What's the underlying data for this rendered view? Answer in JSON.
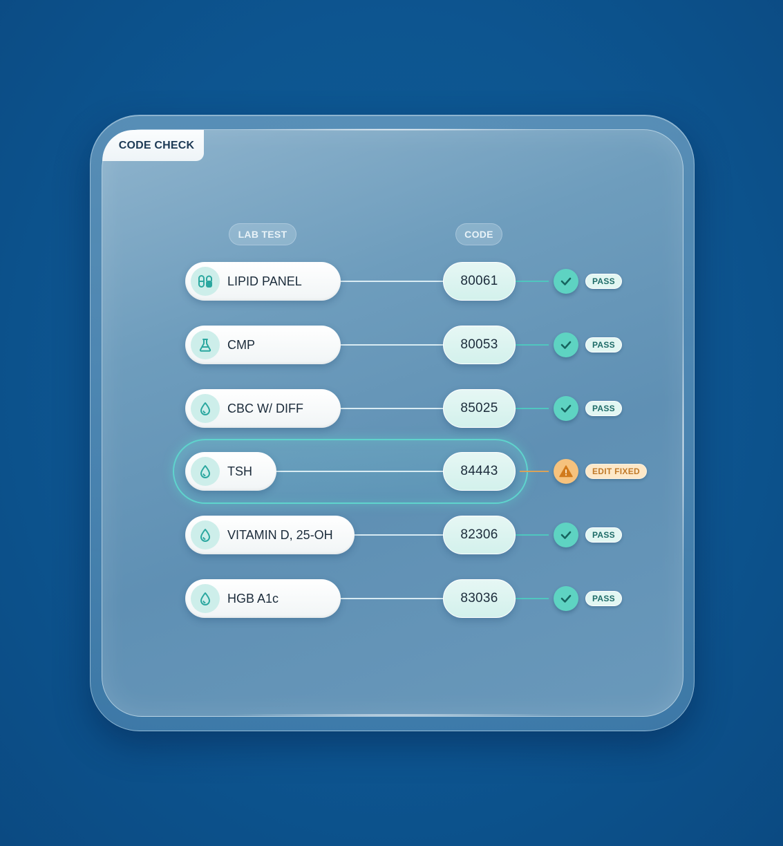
{
  "panel": {
    "title": "CODE CHECK"
  },
  "headers": {
    "lab_test": "LAB TEST",
    "code": "CODE"
  },
  "colors": {
    "background": "#0d5590",
    "pass": "#5ed3c2",
    "warn": "#f6c27d",
    "highlight": "#5fd4cd"
  },
  "rows": [
    {
      "test": "LIPID PANEL",
      "icon": "pills-icon",
      "code": "80061",
      "status": "pass",
      "badge": "PASS"
    },
    {
      "test": "CMP",
      "icon": "flask-icon",
      "code": "80053",
      "status": "pass",
      "badge": "PASS"
    },
    {
      "test": "CBC W/ DIFF",
      "icon": "drop-icon",
      "code": "85025",
      "status": "pass",
      "badge": "PASS"
    },
    {
      "test": "TSH",
      "icon": "drop-icon",
      "code": "84443",
      "status": "warning",
      "badge": "EDIT FIXED"
    },
    {
      "test": "VITAMIN D, 25-OH",
      "icon": "drop-icon",
      "code": "82306",
      "status": "pass",
      "badge": "PASS"
    },
    {
      "test": "HGB A1c",
      "icon": "drop-icon",
      "code": "83036",
      "status": "pass",
      "badge": "PASS"
    }
  ]
}
